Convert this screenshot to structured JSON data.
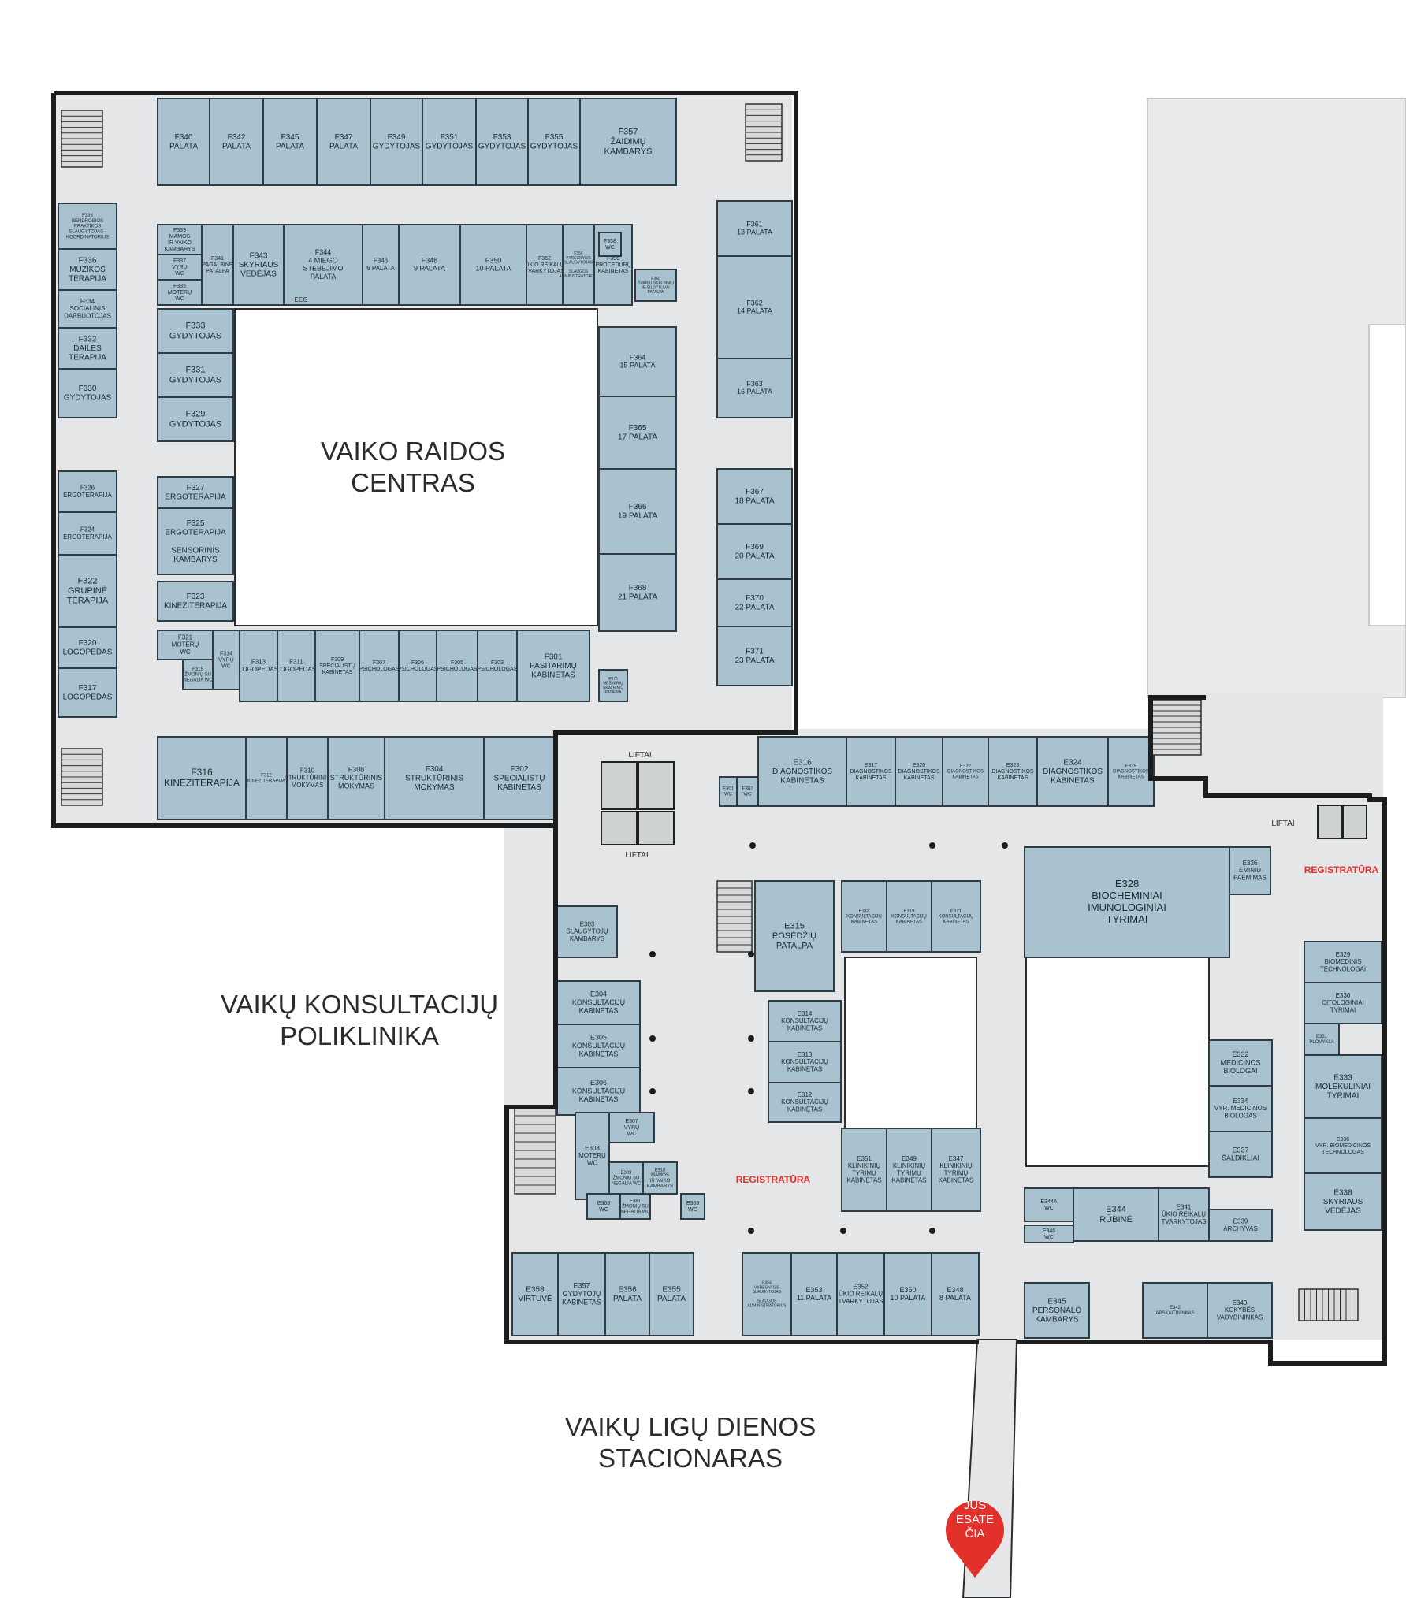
{
  "areas": {
    "vaiko_raidos": [
      "VAIKO RAIDOS",
      "CENTRAS"
    ],
    "poliklinika": [
      "VAIKŲ KONSULTACIJŲ",
      "POLIKLINIKA"
    ],
    "stacionaras": [
      "VAIKŲ LIGŲ DIENOS",
      "STACIONARAS"
    ]
  },
  "you_are_here": [
    "JŪS",
    "ESATE",
    "ČIA"
  ],
  "labels": {
    "liftai": "LIFTAI",
    "registratura": "REGISTRATŪRA",
    "eeg": "EEG"
  },
  "colors": {
    "room": "#a9c2cf",
    "corridor": "#e4e6e7",
    "accent_red": "#e2302b"
  },
  "rooms": {
    "F340": [
      "F340",
      "PALATA"
    ],
    "F342": [
      "F342",
      "PALATA"
    ],
    "F345": [
      "F345",
      "PALATA"
    ],
    "F347": [
      "F347",
      "PALATA"
    ],
    "F349": [
      "F349",
      "GYDYTOJAS"
    ],
    "F351": [
      "F351",
      "GYDYTOJAS"
    ],
    "F353": [
      "F353",
      "GYDYTOJAS"
    ],
    "F355": [
      "F355",
      "GYDYTOJAS"
    ],
    "F357": [
      "F357",
      "ŽAIDIMŲ",
      "KAMBARYS"
    ],
    "F338": [
      "F338",
      "BENDROSIOS",
      "PRAKTIKOS",
      "SLAUGYTOJAS -",
      "KOORDINATORIUS"
    ],
    "F336": [
      "F336",
      "MUZIKOS",
      "TERAPIJA"
    ],
    "F334": [
      "F334",
      "SOCIALINIS",
      "DARBUOTOJAS"
    ],
    "F332": [
      "F332",
      "DAILĖS",
      "TERAPIJA"
    ],
    "F330": [
      "F330",
      "GYDYTOJAS"
    ],
    "F326": [
      "F326",
      "ERGOTERAPIJA"
    ],
    "F324": [
      "F324",
      "ERGOTERAPIJA"
    ],
    "F322": [
      "F322",
      "GRUPINĖ",
      "TERAPIJA"
    ],
    "F320": [
      "F320",
      "LOGOPEDAS"
    ],
    "F317": [
      "F317",
      "LOGOPEDAS"
    ],
    "F339": [
      "F339",
      "MAMOS",
      "IR VAIKO",
      "KAMBARYS"
    ],
    "F337": [
      "F337",
      "VYRŲ",
      "WC"
    ],
    "F335": [
      "F335",
      "MOTERŲ",
      "WC"
    ],
    "F341": [
      "F341",
      "PAGALBINĖ",
      "PATALPA"
    ],
    "F343": [
      "F343",
      "SKYRIAUS",
      "VEDĖJAS"
    ],
    "F344": [
      "F344",
      "4 MIEGO",
      "STEBĖJIMO",
      "PALATA"
    ],
    "F346": [
      "F346",
      "6 PALATA"
    ],
    "F348": [
      "F348",
      "9 PALATA"
    ],
    "F350": [
      "F350",
      "10 PALATA"
    ],
    "F352": [
      "F352",
      "ŪKIO REIKALŲ",
      "TVARKYTOJAS"
    ],
    "F354": [
      "F354",
      "VYRESNYSIS",
      "SLAUGYTOJAS",
      "",
      "SLAUGOS",
      "ADMINISTRATORIUS"
    ],
    "F356": [
      "F356",
      "PROCEDŪRŲ",
      "KABINETAS"
    ],
    "F358": [
      "F358",
      "WC"
    ],
    "F360": [
      "F360",
      "ŠVARIŲ SKALBINIŲ",
      "IR ŠILDYTUVAI",
      "PATALPA"
    ],
    "F333": [
      "F333",
      "GYDYTOJAS"
    ],
    "F331": [
      "F331",
      "GYDYTOJAS"
    ],
    "F329": [
      "F329",
      "GYDYTOJAS"
    ],
    "F327": [
      "F327",
      "ERGOTERAPIJA"
    ],
    "F325": [
      "F325",
      "ERGOTERAPIJA",
      "",
      "SENSORINIS",
      "KAMBARYS"
    ],
    "F323": [
      "F323",
      "KINEZITERAPIJA"
    ],
    "F321": [
      "F321",
      "MOTERŲ",
      "WC"
    ],
    "F315": [
      "F315",
      "ŽMONIŲ SU",
      "NEGALIA WC"
    ],
    "F314": [
      "F314",
      "VYRŲ",
      "WC"
    ],
    "F313": [
      "F313",
      "LOGOPEDAS"
    ],
    "F311": [
      "F311",
      "LOGOPEDAS"
    ],
    "F309": [
      "F309",
      "SPECIALISTŲ",
      "KABINETAS"
    ],
    "F307": [
      "F307",
      "PSICHOLOGAS"
    ],
    "F306": [
      "F306",
      "PSICHOLOGAS"
    ],
    "F305": [
      "F305",
      "PSICHOLOGAS"
    ],
    "F303": [
      "F303",
      "PSICHOLOGAS"
    ],
    "F301": [
      "F301",
      "PASITARIMŲ",
      "KABINETAS"
    ],
    "F373": [
      "F373",
      "NEŠVARIŲ",
      "SKALBINIŲ",
      "PATALPA"
    ],
    "F364": [
      "F364",
      "15 PALATA"
    ],
    "F365": [
      "F365",
      "17 PALATA"
    ],
    "F366": [
      "F366",
      "19 PALATA"
    ],
    "F368": [
      "F368",
      "21 PALATA"
    ],
    "F361": [
      "F361",
      "13 PALATA"
    ],
    "F362": [
      "F362",
      "14 PALATA"
    ],
    "F363": [
      "F363",
      "16 PALATA"
    ],
    "F367": [
      "F367",
      "18 PALATA"
    ],
    "F369": [
      "F369",
      "20 PALATA"
    ],
    "F370": [
      "F370",
      "22 PALATA"
    ],
    "F371": [
      "F371",
      "23 PALATA"
    ],
    "F316": [
      "F316",
      "KINEZITERAPIJA"
    ],
    "F312": [
      "F312",
      "KINEZITERAPIJA"
    ],
    "F310": [
      "F310",
      "STRUKTŪRINIS",
      "MOKYMAS"
    ],
    "F308": [
      "F308",
      "STRUKTŪRINIS",
      "MOKYMAS"
    ],
    "F304": [
      "F304",
      "STRUKTŪRINIS",
      "MOKYMAS"
    ],
    "F302": [
      "F302",
      "SPECIALISTŲ",
      "KABINETAS"
    ],
    "E316": [
      "E316",
      "DIAGNOSTIKOS",
      "KABINETAS"
    ],
    "E317": [
      "E317",
      "DIAGNOSTIKOS",
      "KABINETAS"
    ],
    "E320": [
      "E320",
      "DIAGNOSTIKOS",
      "KABINETAS"
    ],
    "E322": [
      "E322",
      "DIAGNOSTIKOS",
      "KABINETAS"
    ],
    "E323": [
      "E323",
      "DIAGNOSTIKOS",
      "KABINETAS"
    ],
    "E324": [
      "E324",
      "DIAGNOSTIKOS",
      "KABINETAS"
    ],
    "E325": [
      "E325",
      "DIAGNOSTIKOS",
      "KABINETAS"
    ],
    "E301": [
      "E301",
      "WC"
    ],
    "E302": [
      "E302",
      "WC"
    ],
    "E303": [
      "E303",
      "SLAUGYTOJŲ",
      "KAMBARYS"
    ],
    "E304": [
      "E304",
      "KONSULTACIJŲ",
      "KABINETAS"
    ],
    "E305": [
      "E305",
      "KONSULTACIJŲ",
      "KABINETAS"
    ],
    "E306": [
      "E306",
      "KONSULTACIJŲ",
      "KABINETAS"
    ],
    "E307": [
      "E307",
      "VYRŲ",
      "WC"
    ],
    "E308": [
      "E308",
      "MOTERŲ",
      "WC"
    ],
    "E309": [
      "E309",
      "ŽMONIŲ SU",
      "NEGALIA WC"
    ],
    "E310": [
      "E310",
      "MAMOS",
      "IR VAIKO",
      "KAMBARYS"
    ],
    "E363a": [
      "E363",
      "WC"
    ],
    "E361": [
      "E361",
      "ŽMONIŲ SU",
      "NEGALIA WC"
    ],
    "E363b": [
      "E363",
      "WC"
    ],
    "E315": [
      "E315",
      "POSĖDŽIŲ",
      "PATALPA"
    ],
    "E318": [
      "E318",
      "KONSULTACIJŲ",
      "KABINETAS"
    ],
    "E319": [
      "E319",
      "KONSULTACIJŲ",
      "KABINETAS"
    ],
    "E321": [
      "E321",
      "KONSULTACIJŲ",
      "KABINETAS"
    ],
    "E314": [
      "E314",
      "KONSULTACIJŲ",
      "KABINETAS"
    ],
    "E313": [
      "E313",
      "KONSULTACIJŲ",
      "KABINETAS"
    ],
    "E312": [
      "E312",
      "KONSULTACIJŲ",
      "KABINETAS"
    ],
    "E351": [
      "E351",
      "KLINIKINIŲ",
      "TYRIMŲ",
      "KABINETAS"
    ],
    "E349": [
      "E349",
      "KLINIKINIŲ",
      "TYRIMŲ",
      "KABINETAS"
    ],
    "E347": [
      "E347",
      "KLINIKINIŲ",
      "TYRIMŲ",
      "KABINETAS"
    ],
    "E328": [
      "E328",
      "BIOCHEMINIAI",
      "IMUNOLOGINIAI",
      "TYRIMAI"
    ],
    "E326": [
      "E326",
      "ĖMINIŲ",
      "PAĖMIMAS"
    ],
    "E329": [
      "E329",
      "BIOMEDINIS",
      "TECHNOLOGAI"
    ],
    "E330": [
      "E330",
      "CITOLOGINIAI",
      "TYRIMAI"
    ],
    "E331": [
      "E331",
      "PLOVYKLA"
    ],
    "E333": [
      "E333",
      "MOLEKULINIAI",
      "TYRIMAI"
    ],
    "E336": [
      "E336",
      "VYR. BIOMEDICINOS",
      "TECHNOLOGAS"
    ],
    "E338": [
      "E338",
      "SKYRIAUS",
      "VEDĖJAS"
    ],
    "E332": [
      "E332",
      "MEDICINOS",
      "BIOLOGAI"
    ],
    "E334": [
      "E334",
      "VYR. MEDICINOS",
      "BIOLOGAS"
    ],
    "E337": [
      "E337",
      "ŠALDIKLIAI"
    ],
    "E339": [
      "E339",
      "ARCHYVAS"
    ],
    "E341": [
      "E341",
      "ŪKIO REIKALŲ",
      "TVARKYTOJAS"
    ],
    "E344": [
      "E344",
      "RŪBINĖ"
    ],
    "E344A": [
      "E344A",
      "WC"
    ],
    "E346": [
      "E346",
      "WC"
    ],
    "E345": [
      "E345",
      "PERSONALO",
      "KAMBARYS"
    ],
    "E342": [
      "E342",
      "APSKAITININKAS"
    ],
    "E340": [
      "E340",
      "KOKYBĖS",
      "VADYBININKAS"
    ],
    "E358": [
      "E358",
      "VIRTUVĖ"
    ],
    "E357": [
      "E357",
      "GYDYTOJŲ",
      "KABINETAS"
    ],
    "E356": [
      "E356",
      "PALATA"
    ],
    "E355": [
      "E355",
      "PALATA"
    ],
    "E354": [
      "E354",
      "VYRESNYSIS",
      "SLAUGYTOJAS",
      "",
      "SLAUGOS",
      "ADMINISTRATORIUS"
    ],
    "E353": [
      "E353",
      "11 PALATA"
    ],
    "E352": [
      "E352",
      "ŪKIO REIKALŲ",
      "TVARKYTOJAS"
    ],
    "E350": [
      "E350",
      "10 PALATA"
    ],
    "E348": [
      "E348",
      "8 PALATA"
    ]
  }
}
